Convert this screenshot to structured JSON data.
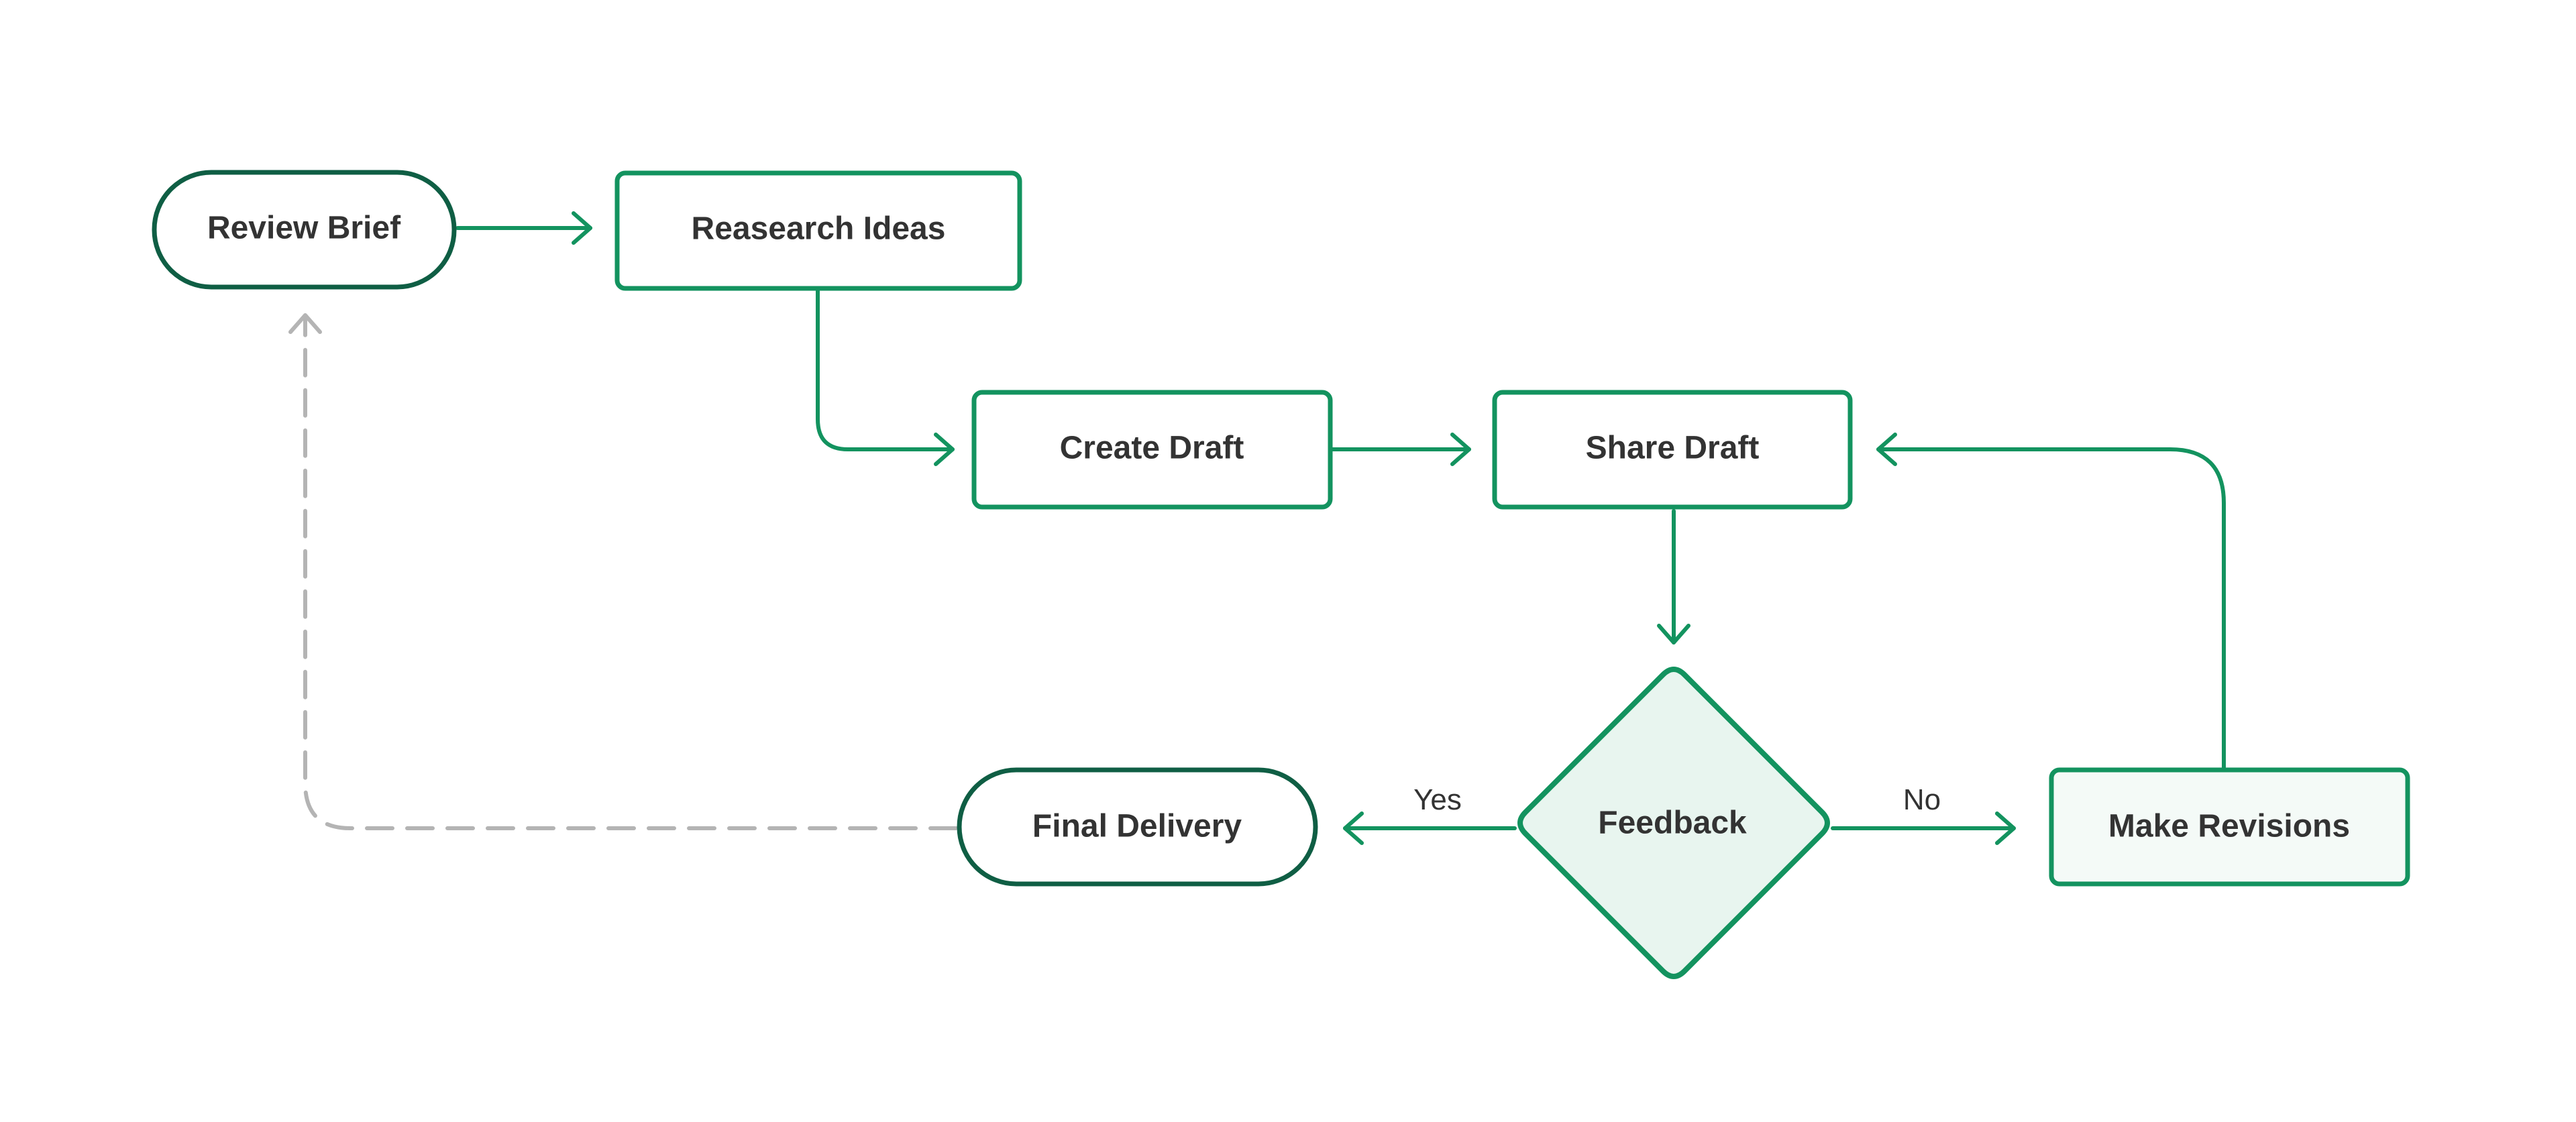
{
  "nodes": {
    "review_brief": "Review Brief",
    "research_ideas": "Reasearch Ideas",
    "create_draft": "Create Draft",
    "share_draft": "Share Draft",
    "feedback": "Feedback",
    "final_delivery": "Final Delivery",
    "make_revisions": "Make Revisions"
  },
  "edges": {
    "yes": "Yes",
    "no": "No"
  },
  "colors": {
    "accent_green": "#13935f",
    "dark_green": "#0f5e44",
    "dashed_gray": "#b4b4b4",
    "text_dark": "#333333",
    "decision_fill": "#e8f5ef",
    "revision_fill": "#f4faf7",
    "background": "#ffffff"
  }
}
